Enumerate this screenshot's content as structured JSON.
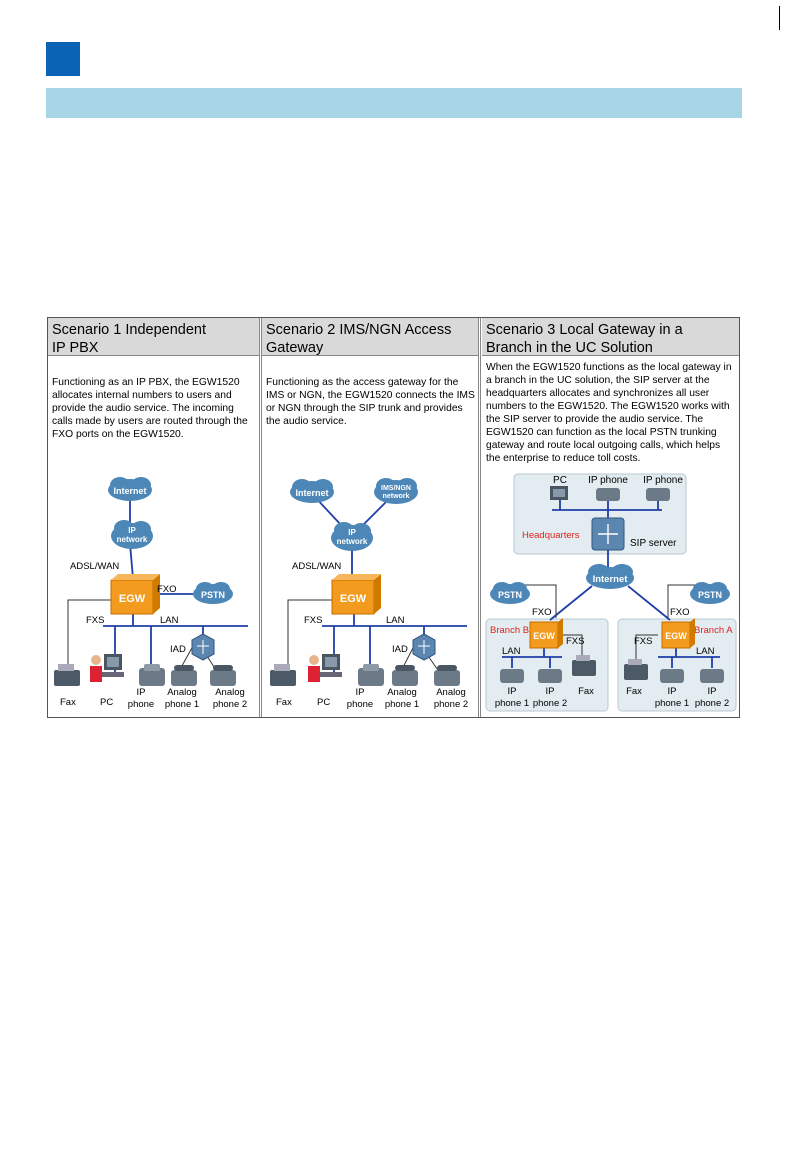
{
  "scenarios": [
    {
      "title_line1": "Scenario 1 Independent",
      "title_line2": "IP PBX",
      "description": "Functioning as an IP PBX, the EGW1520 allocates internal numbers to users and provide the audio service. The incoming calls made by users are routed through the FXO ports on the EGW1520."
    },
    {
      "title_line1": "Scenario 2 IMS/NGN Access",
      "title_line2": "Gateway",
      "description": "Functioning as the access gateway for the IMS or NGN, the EGW1520 connects the IMS or NGN through the SIP trunk and provides the audio service."
    },
    {
      "title_line1": "Scenario 3 Local Gateway in a",
      "title_line2": "Branch in the UC Solution",
      "description": "When the EGW1520 functions as the local gateway in a branch in the UC solution, the SIP server at the headquarters allocates and synchronizes all user numbers to the EGW1520. The EGW1520 works with the SIP server to provide the audio service. The EGW1520 can function as the local PSTN trunking gateway and route local outgoing calls, which helps the enterprise to reduce toll costs."
    }
  ],
  "diagram1": {
    "internet": "Internet",
    "ip_network_1": "IP",
    "ip_network_2": "network",
    "adsl": "ADSL/WAN",
    "egw": "EGW",
    "fxo": "FXO",
    "pstn": "PSTN",
    "fxs": "FXS",
    "lan": "LAN",
    "iad": "IAD",
    "fax": "Fax",
    "pc": "PC",
    "ip_phone_1": "IP",
    "ip_phone_2": "phone",
    "analog1_1": "Analog",
    "analog1_2": "phone 1",
    "analog2_1": "Analog",
    "analog2_2": "phone 2"
  },
  "diagram2": {
    "internet": "Internet",
    "ims_1": "IMS/NGN",
    "ims_2": "network",
    "ip_network_1": "IP",
    "ip_network_2": "network",
    "adsl": "ADSL/WAN",
    "egw": "EGW",
    "fxs": "FXS",
    "lan": "LAN",
    "iad": "IAD",
    "fax": "Fax",
    "pc": "PC",
    "ip_phone_1": "IP",
    "ip_phone_2": "phone",
    "analog1_1": "Analog",
    "analog1_2": "phone 1",
    "analog2_1": "Analog",
    "analog2_2": "phone 2"
  },
  "diagram3": {
    "pc": "PC",
    "ip_phone_a": "IP phone",
    "ip_phone_b": "IP phone",
    "headquarters": "Headquarters",
    "sip_server": "SIP server",
    "internet": "Internet",
    "pstn_left": "PSTN",
    "pstn_right": "PSTN",
    "fxo_left": "FXO",
    "fxo_right": "FXO",
    "branch_b": "Branch B",
    "branch_a": "Branch A",
    "fxs_left": "FXS",
    "fxs_right": "FXS",
    "egw_left": "EGW",
    "egw_right": "EGW",
    "lan_left": "LAN",
    "lan_right": "LAN",
    "b_ip1_1": "IP",
    "b_ip1_2": "phone 1",
    "b_ip2_1": "IP",
    "b_ip2_2": "phone 2",
    "b_fax": "Fax",
    "a_fax": "Fax",
    "a_ip1_1": "IP",
    "a_ip1_2": "phone 1",
    "a_ip2_1": "IP",
    "a_ip2_2": "phone 2"
  },
  "colors": {
    "blue_square": "#0b63b5",
    "header_bar": "#a7d5e5",
    "title_cell": "#d9d9d9",
    "link": "#1f3fa8",
    "egw": "#f29b1e",
    "cloud": "#4d87b8",
    "branch_label": "#e0231c"
  }
}
